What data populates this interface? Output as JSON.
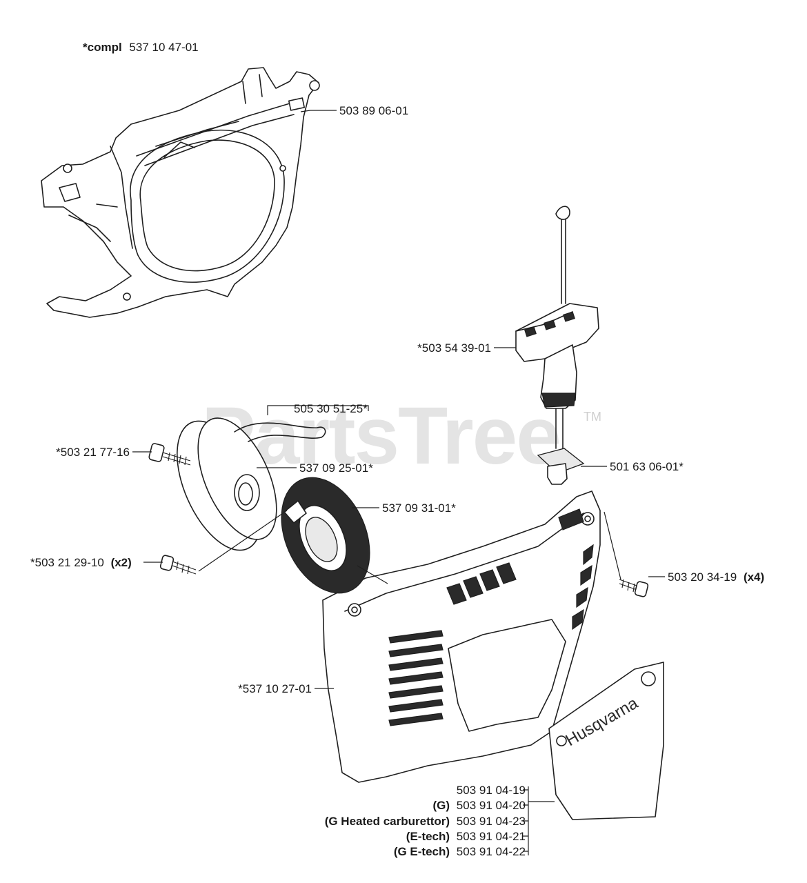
{
  "header": {
    "compl_prefix": "*compl",
    "compl_number": "537 10 47-01"
  },
  "watermark": {
    "text": "PartsTree",
    "tm": "TM"
  },
  "decal": {
    "brand": "Husqvarna"
  },
  "callouts": {
    "air_guide": {
      "text": "503 89 06-01"
    },
    "starter_handle": {
      "text": "*503 54 39-01"
    },
    "starter_cord": {
      "text": "505 30 51-25*"
    },
    "pulley_screw": {
      "text": "*503 21 77-16"
    },
    "rope_pulley": {
      "text": "537 09 25-01*"
    },
    "rope_guide": {
      "text": "501 63 06-01*"
    },
    "recoil_spring": {
      "text": "537 09 31-01*"
    },
    "spring_screw": {
      "text": "*503 21 29-10",
      "qty": "(x2)"
    },
    "cover_screw": {
      "text": "503 20 34-19",
      "qty": "(x4)"
    },
    "starter_housing": {
      "text": "*537 10 27-01"
    }
  },
  "decal_variants": [
    {
      "qualifier": "",
      "number": "503 91 04-19"
    },
    {
      "qualifier": "(G)",
      "number": "503 91 04-20"
    },
    {
      "qualifier": "(G Heated carburettor)",
      "number": "503 91 04-23"
    },
    {
      "qualifier": "(E-tech)",
      "number": "503 91 04-21"
    },
    {
      "qualifier": "(G E-tech)",
      "number": "503 91 04-22"
    }
  ]
}
